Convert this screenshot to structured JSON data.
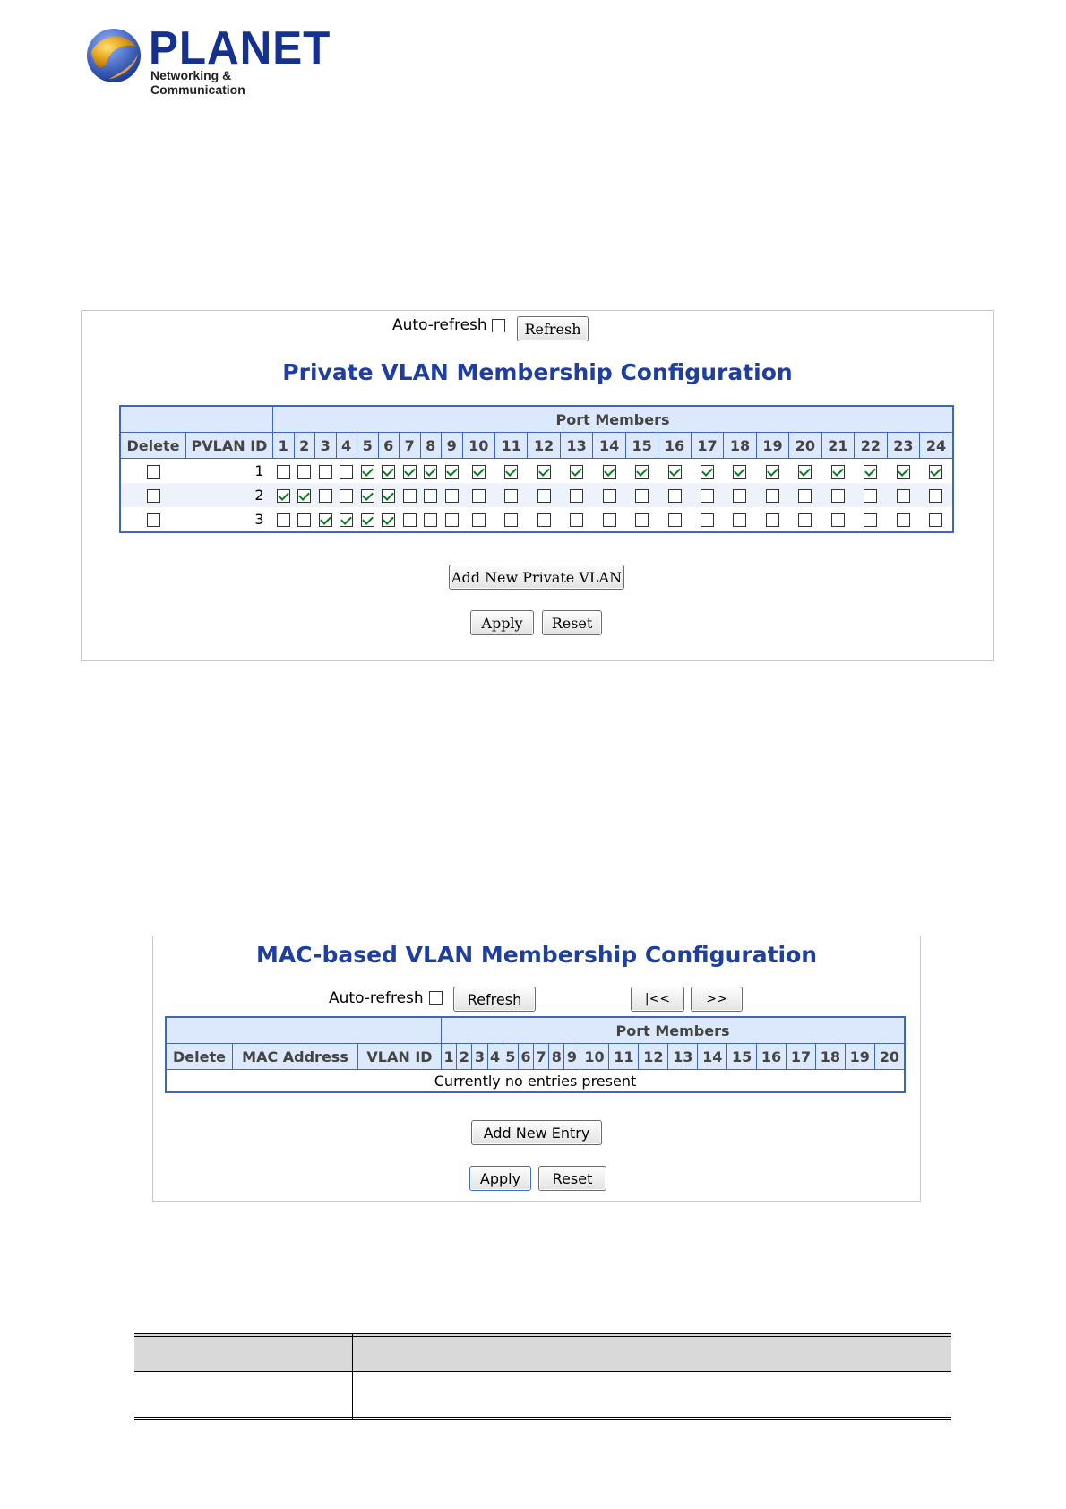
{
  "logo": {
    "name": "PLANET",
    "tagline": "Networking & Communication"
  },
  "pvlan": {
    "auto_refresh_label": "Auto-refresh",
    "refresh_label": "Refresh",
    "title": "Private VLAN Membership Configuration",
    "port_members_label": "Port Members",
    "col_delete": "Delete",
    "col_pvlan_id": "PVLAN ID",
    "ports": [
      "1",
      "2",
      "3",
      "4",
      "5",
      "6",
      "7",
      "8",
      "9",
      "10",
      "11",
      "12",
      "13",
      "14",
      "15",
      "16",
      "17",
      "18",
      "19",
      "20",
      "21",
      "22",
      "23",
      "24"
    ],
    "rows": [
      {
        "id": "1",
        "members": [
          0,
          0,
          0,
          0,
          1,
          1,
          1,
          1,
          1,
          1,
          1,
          1,
          1,
          1,
          1,
          1,
          1,
          1,
          1,
          1,
          1,
          1,
          1,
          1
        ]
      },
      {
        "id": "2",
        "members": [
          1,
          1,
          0,
          0,
          1,
          1,
          0,
          0,
          0,
          0,
          0,
          0,
          0,
          0,
          0,
          0,
          0,
          0,
          0,
          0,
          0,
          0,
          0,
          0
        ]
      },
      {
        "id": "3",
        "members": [
          0,
          0,
          1,
          1,
          1,
          1,
          0,
          0,
          0,
          0,
          0,
          0,
          0,
          0,
          0,
          0,
          0,
          0,
          0,
          0,
          0,
          0,
          0,
          0
        ]
      }
    ],
    "add_label": "Add New Private VLAN",
    "apply_label": "Apply",
    "reset_label": "Reset"
  },
  "mac": {
    "title": "MAC-based VLAN Membership Configuration",
    "auto_refresh_label": "Auto-refresh",
    "refresh_label": "Refresh",
    "first_label": "|<<",
    "next_label": ">>",
    "port_members_label": "Port Members",
    "col_delete": "Delete",
    "col_mac": "MAC Address",
    "col_vlan": "VLAN ID",
    "ports": [
      "1",
      "2",
      "3",
      "4",
      "5",
      "6",
      "7",
      "8",
      "9",
      "10",
      "11",
      "12",
      "13",
      "14",
      "15",
      "16",
      "17",
      "18",
      "19",
      "20"
    ],
    "empty_text": "Currently no entries present",
    "add_label": "Add New Entry",
    "apply_label": "Apply",
    "reset_label": "Reset"
  }
}
